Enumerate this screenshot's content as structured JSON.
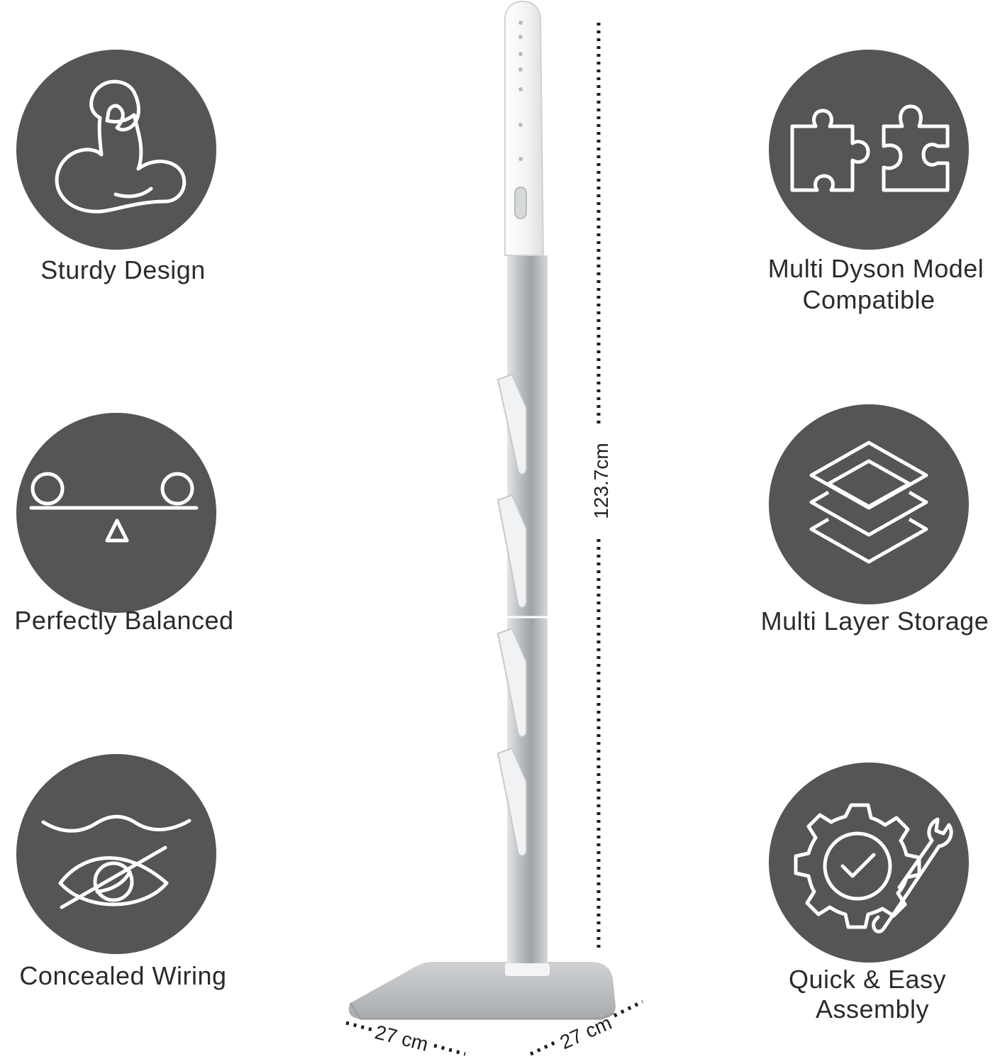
{
  "features": {
    "sturdy": {
      "label": "Sturdy Design",
      "icon": "flexed-arm-icon"
    },
    "balanced": {
      "label": "Perfectly Balanced",
      "icon": "seesaw-balance-icon"
    },
    "wiring": {
      "label": "Concealed Wiring",
      "icon": "hidden-eye-icon"
    },
    "compatible": {
      "label_line1": "Multi Dyson Model",
      "label_line2": "Compatible",
      "icon": "puzzle-pieces-icon"
    },
    "storage": {
      "label": "Multi Layer Storage",
      "icon": "layers-icon"
    },
    "assembly": {
      "label_line1": "Quick & Easy",
      "label_line2": "Assembly",
      "icon": "gear-wrench-check-icon"
    }
  },
  "dimensions": {
    "height": "123.7cm",
    "width": "27 cm",
    "depth": "27 cm"
  },
  "colors": {
    "circle": "#555457",
    "icon_stroke": "#ffffff",
    "text": "#2b2b2b",
    "pole": "#b9bcbf",
    "base": "#c8cacc"
  }
}
